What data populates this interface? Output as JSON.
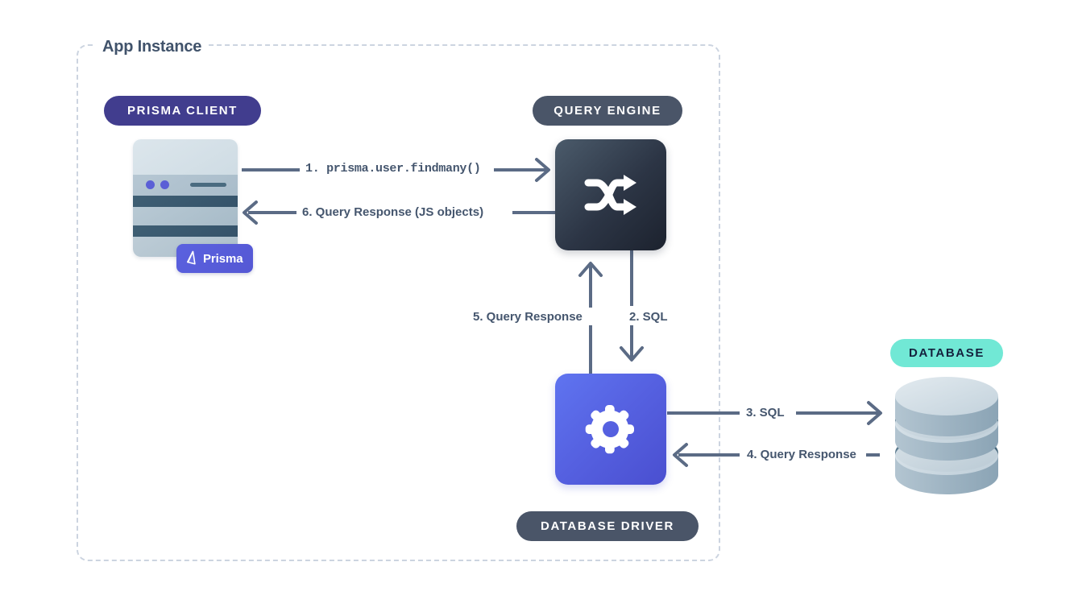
{
  "diagram": {
    "title": "Prisma Client / Query Engine / Database Driver / Database flow",
    "boundary_label": "App Instance",
    "colors": {
      "prisma_client_badge": "#413d8e",
      "query_engine_badge": "#4a5568",
      "database_driver_badge": "#4a5568",
      "database_badge": "#71e8d5",
      "database_badge_text": "#14213d",
      "arrow": "#5b6b85",
      "dashed_border": "#ccd4e0",
      "title_text": "#41536b",
      "driver_box_gradient_start": "#5f74f0",
      "driver_box_gradient_end": "#4a4fd0",
      "engine_box_gradient_start": "#4b5b6b",
      "engine_box_gradient_end": "#1c222e",
      "prisma_logo_badge": "#5a61df"
    },
    "badges": {
      "prisma_client": "PRISMA CLIENT",
      "query_engine": "QUERY ENGINE",
      "database_driver": "DATABASE DRIVER",
      "database": "DATABASE"
    },
    "prisma_logo_label": "Prisma",
    "nodes": [
      {
        "id": "prisma-client",
        "label": "PRISMA CLIENT",
        "icon": "stacked-layers-icon"
      },
      {
        "id": "query-engine",
        "label": "QUERY ENGINE",
        "icon": "shuffle-icon"
      },
      {
        "id": "database-driver",
        "label": "DATABASE DRIVER",
        "icon": "gear-icon"
      },
      {
        "id": "database",
        "label": "DATABASE",
        "icon": "database-cylinder-icon"
      }
    ],
    "flows": [
      {
        "step": 1,
        "label": "1. prisma.user.findmany()",
        "from": "prisma-client",
        "to": "query-engine",
        "direction": "right",
        "style": "mono"
      },
      {
        "step": 2,
        "label": "2. SQL",
        "from": "query-engine",
        "to": "database-driver",
        "direction": "down",
        "style": "sans"
      },
      {
        "step": 3,
        "label": "3. SQL",
        "from": "database-driver",
        "to": "database",
        "direction": "right",
        "style": "sans"
      },
      {
        "step": 4,
        "label": "4. Query Response",
        "from": "database",
        "to": "database-driver",
        "direction": "left",
        "style": "sans"
      },
      {
        "step": 5,
        "label": "5. Query Response",
        "from": "database-driver",
        "to": "query-engine",
        "direction": "up",
        "style": "sans"
      },
      {
        "step": 6,
        "label": "6. Query Response (JS objects)",
        "from": "query-engine",
        "to": "prisma-client",
        "direction": "left",
        "style": "sans"
      }
    ]
  }
}
